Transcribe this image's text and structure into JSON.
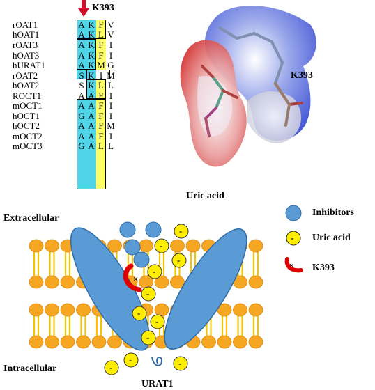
{
  "alignment": {
    "marker_label": "K393",
    "rows": [
      {
        "name": "rOAT1",
        "residues": [
          "A",
          "K",
          "F",
          "V"
        ]
      },
      {
        "name": "hOAT1",
        "residues": [
          "A",
          "K",
          "L",
          "V"
        ]
      },
      {
        "name": "rOAT3",
        "residues": [
          "A",
          "K",
          "F",
          "I"
        ]
      },
      {
        "name": "hOAT3",
        "residues": [
          "A",
          "K",
          "F",
          "I"
        ]
      },
      {
        "name": "hURAT1",
        "residues": [
          "A",
          "K",
          "M",
          "G"
        ]
      },
      {
        "name": "rOAT2",
        "residues": [
          "S",
          "K",
          "I",
          "M"
        ]
      },
      {
        "name": "hOAT2",
        "residues": [
          "S",
          "K",
          "L",
          "L"
        ]
      },
      {
        "name": "ROCT1",
        "residues": [
          "A",
          "A",
          "F",
          "I"
        ]
      },
      {
        "name": "mOCT1",
        "residues": [
          "A",
          "A",
          "F",
          "I"
        ]
      },
      {
        "name": "hOCT1",
        "residues": [
          "G",
          "A",
          "F",
          "I"
        ]
      },
      {
        "name": "hOCT2",
        "residues": [
          "A",
          "A",
          "F",
          "M"
        ]
      },
      {
        "name": "mOCT2",
        "residues": [
          "A",
          "A",
          "F",
          "I"
        ]
      },
      {
        "name": "mOCT3",
        "residues": [
          "G",
          "A",
          "L",
          "L"
        ]
      }
    ]
  },
  "molecule": {
    "residue_label": "K393",
    "ligand_label": "Uric acid"
  },
  "membrane": {
    "extracellular_label": "Extracellular",
    "intracellular_label": "Intracellular",
    "transporter_label": "URAT1",
    "charge_symbol": "-"
  },
  "legend": {
    "inhibitors": "Inhibitors",
    "uric_acid": "Uric acid",
    "k393": "K393",
    "uric_acid_symbol": "-",
    "k393_symbol": "×"
  },
  "colors": {
    "cyan_highlight": "#4fd4e8",
    "yellow_highlight": "#ffff66",
    "arrow_red": "#d0102a",
    "lipid_orange": "#f5a623",
    "lipid_tail": "#f5c400",
    "protein_blue": "#5b9bd5",
    "inhibitor_blue": "#5b9bd5",
    "uric_yellow": "#ffee00",
    "k393_red": "#e00000"
  }
}
